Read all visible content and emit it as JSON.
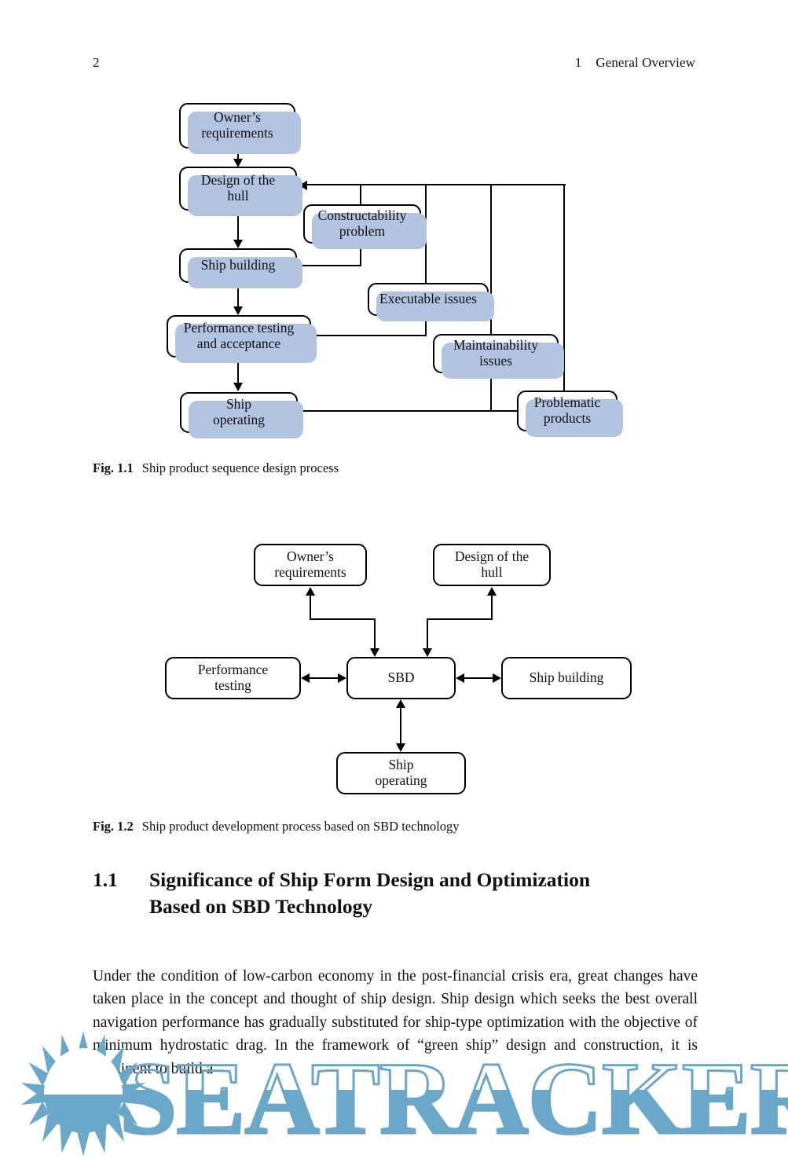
{
  "page": {
    "number": "2",
    "chapter_number": "1",
    "chapter_title": "General Overview"
  },
  "figure_1_1": {
    "caption_number": "Fig. 1.1",
    "caption_text": "Ship product sequence design process",
    "box_shadow_color": "#b3c3e2",
    "boxes": [
      {
        "id": "owners-requirements",
        "label": "Owner’s\nrequirements"
      },
      {
        "id": "design-of-the-hull",
        "label": "Design of the\nhull"
      },
      {
        "id": "ship-building",
        "label": "Ship building"
      },
      {
        "id": "performance-testing",
        "label": "Performance testing\nand acceptance"
      },
      {
        "id": "ship-operating",
        "label": "Ship\noperating"
      },
      {
        "id": "constructability",
        "label": "Constructability\nproblem"
      },
      {
        "id": "executable-issues",
        "label": "Executable issues"
      },
      {
        "id": "maintainability-issues",
        "label": "Maintainability\nissues"
      },
      {
        "id": "problematic-products",
        "label": "Problematic\nproducts"
      }
    ],
    "box_labels": {
      "owners_requirements_l1": "Owner’s",
      "owners_requirements_l2": "requirements",
      "design_hull_l1": "Design of the",
      "design_hull_l2": "hull",
      "ship_building": "Ship building",
      "performance_l1": "Performance testing",
      "performance_l2": "and acceptance",
      "ship_operating_l1": "Ship",
      "ship_operating_l2": "operating",
      "constructability_l1": "Constructability",
      "constructability_l2": "problem",
      "executable_issues": "Executable issues",
      "maintainability_l1": "Maintainability",
      "maintainability_l2": "issues",
      "problematic_l1": "Problematic",
      "problematic_l2": "products"
    }
  },
  "figure_1_2": {
    "caption_number": "Fig. 1.2",
    "caption_text": "Ship product development process based on SBD technology",
    "box_labels": {
      "owners_requirements_l1": "Owner’s",
      "owners_requirements_l2": "requirements",
      "design_hull_l1": "Design of the",
      "design_hull_l2": "hull",
      "performance_testing_l1": "Performance",
      "performance_testing_l2": "testing",
      "sbd": "SBD",
      "ship_building": "Ship building",
      "ship_operating_l1": "Ship",
      "ship_operating_l2": "operating"
    }
  },
  "section": {
    "number": "1.1",
    "title_line1": "Significance of Ship Form Design and Optimization",
    "title_line2": "Based on SBD Technology"
  },
  "body": {
    "paragraph": "Under the condition of low-carbon economy in the post-financial crisis era, great changes have taken place in the concept and thought of ship design. Ship design which seeks the best overall navigation performance has gradually substituted for ship-type optimization with the objective of minimum hydrostatic drag. In the framework of “green ship” design and construction, it is imminent to build a"
  },
  "watermark": {
    "text": "SEATRACKER.RU",
    "color": "#6ba7c8"
  }
}
